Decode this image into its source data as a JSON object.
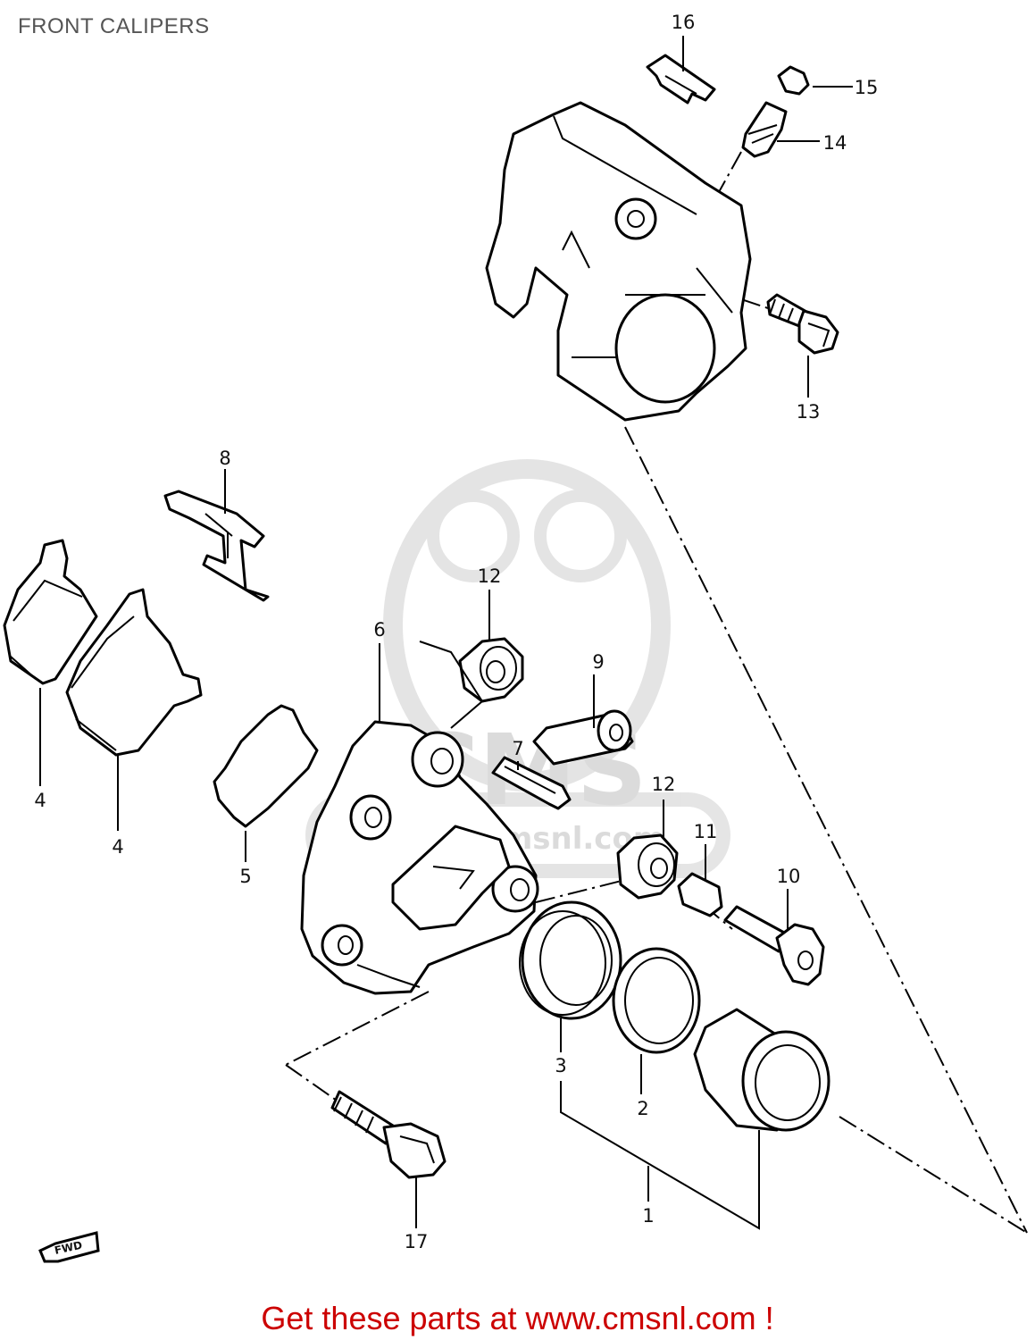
{
  "title": "FRONT CALIPERS",
  "watermark": {
    "brand": "CMS",
    "url": "www.cmsnl.com"
  },
  "direction_badge": "FWD",
  "part_numbers": [
    "16",
    "15",
    "14",
    "13",
    "8",
    "12",
    "6",
    "9",
    "7",
    "12",
    "11",
    "10",
    "4",
    "4",
    "5",
    "3",
    "2",
    "17",
    "1"
  ],
  "footer": {
    "cta": "Get these parts at www.cmsnl.com !",
    "cta_color": "#cc0000"
  }
}
